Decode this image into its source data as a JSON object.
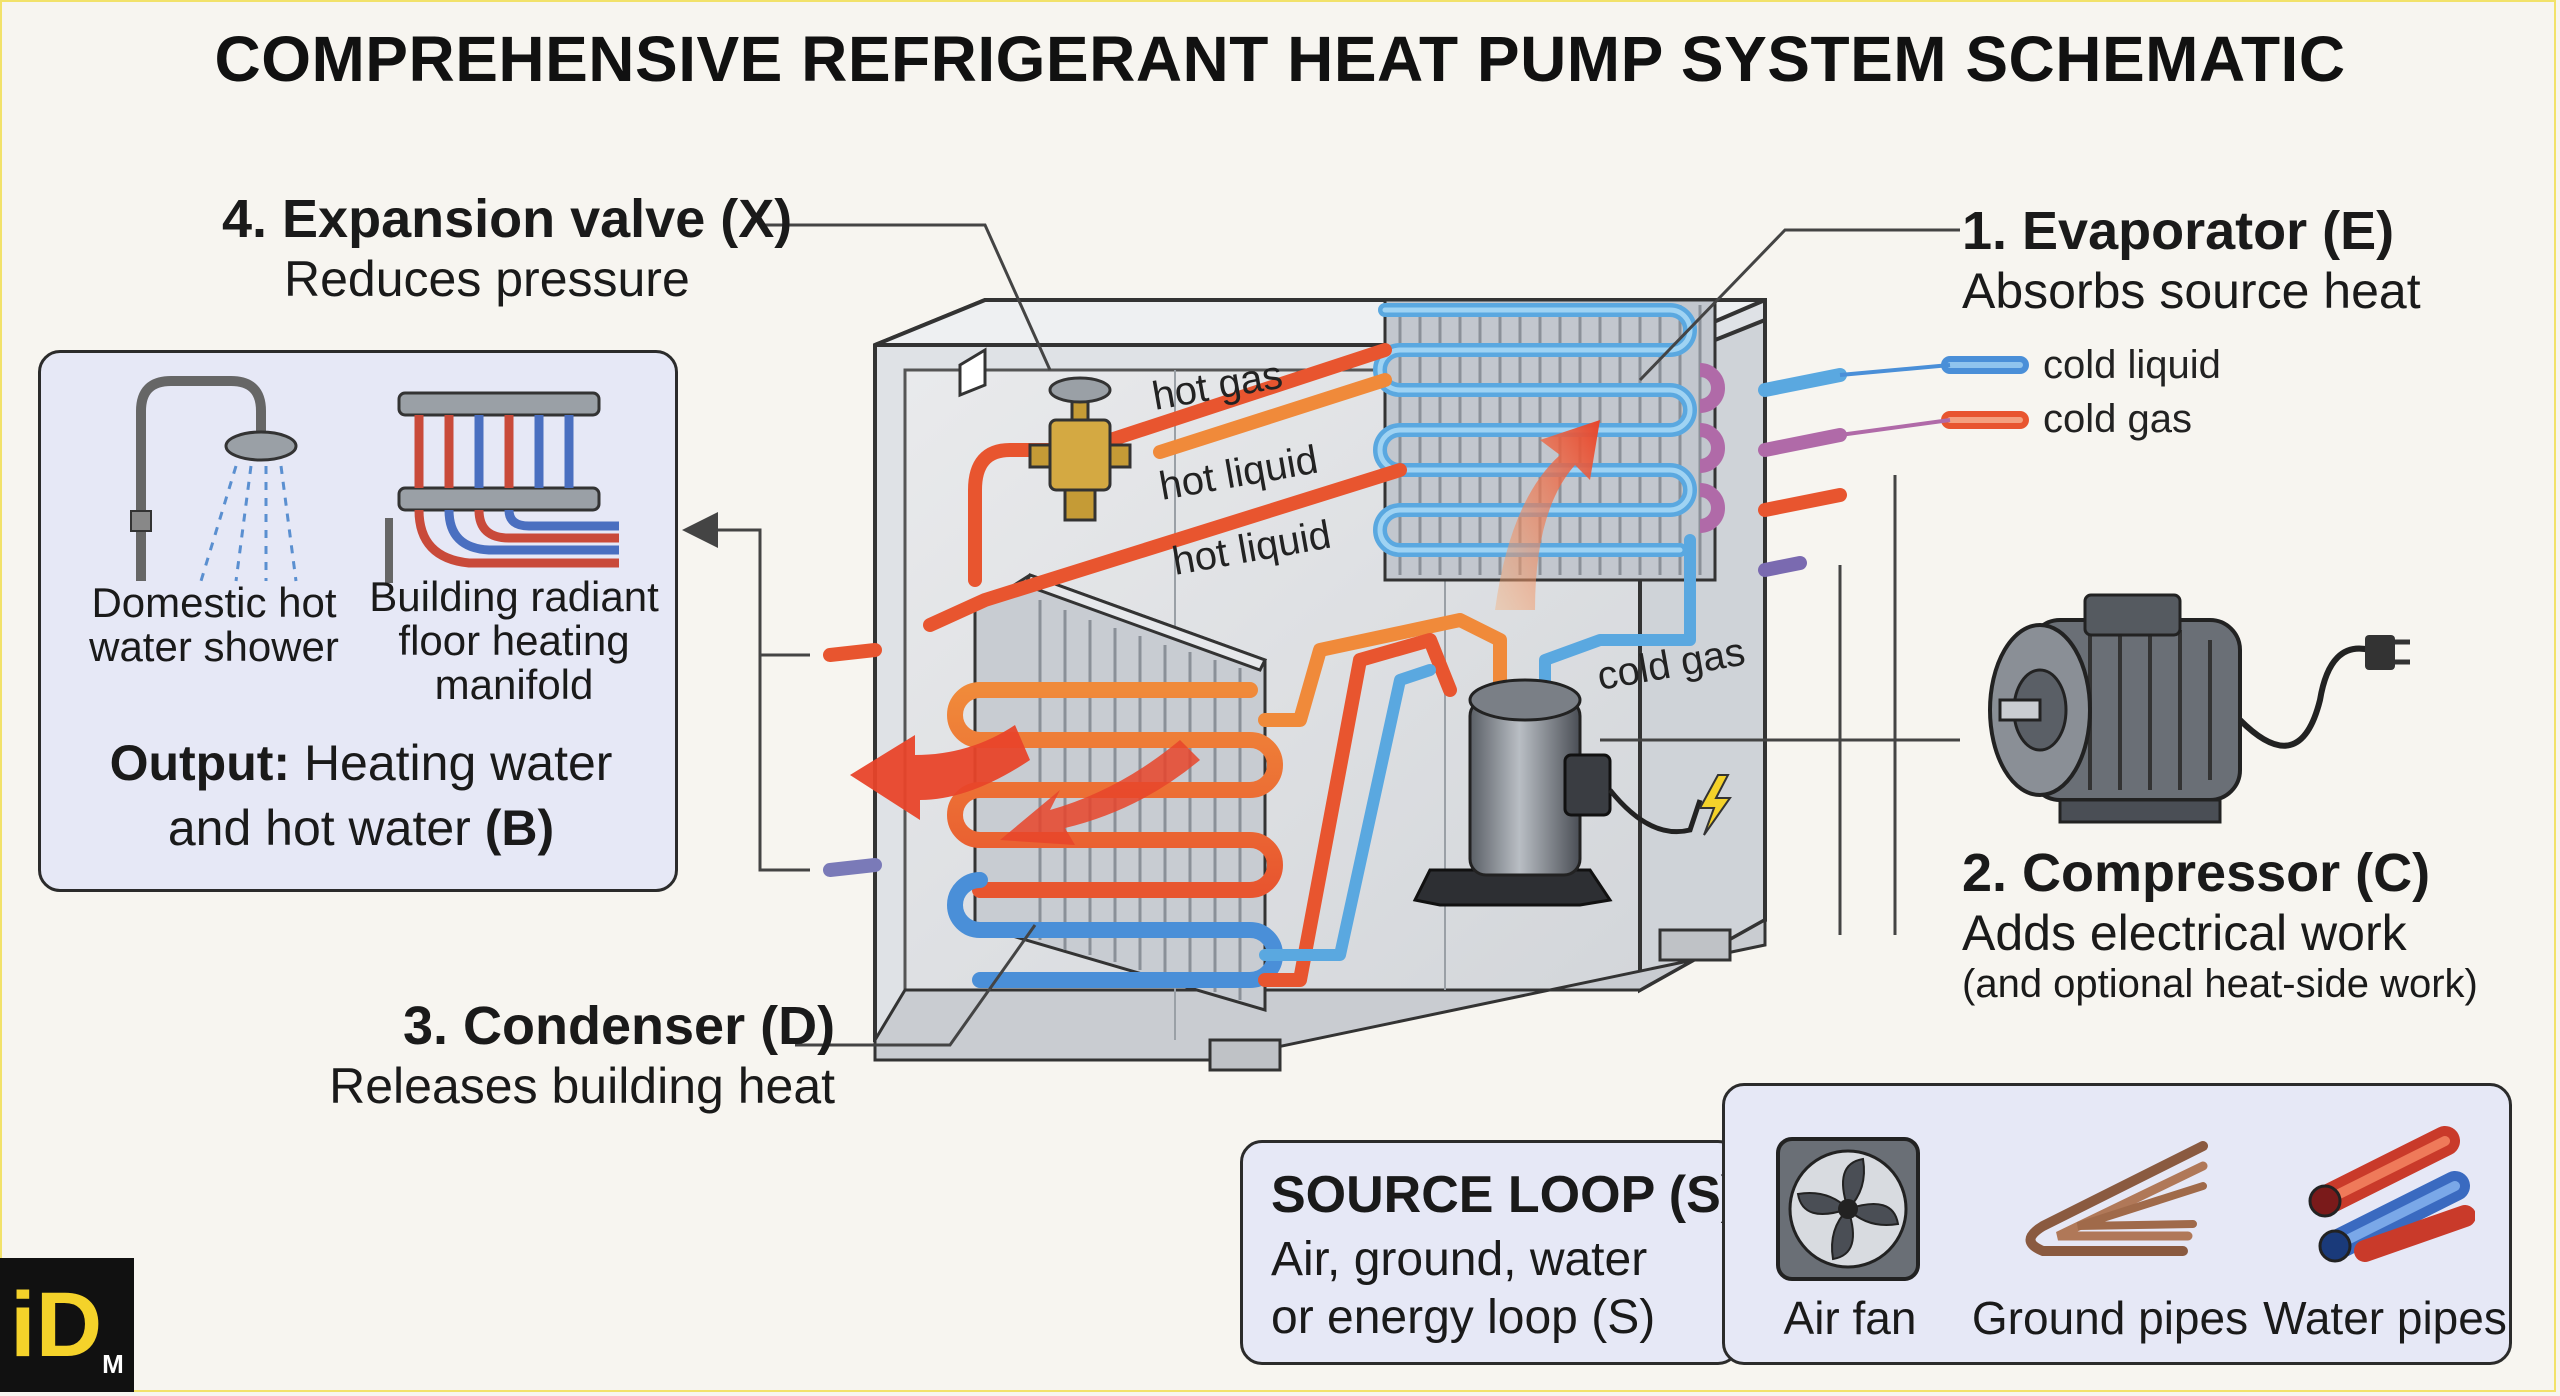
{
  "title": "COMPREHENSIVE REFRIGERANT HEAT PUMP SYSTEM SCHEMATIC",
  "labels": {
    "expansion_valve": {
      "name": "4. Expansion valve (X)",
      "desc": "Reduces pressure"
    },
    "evaporator": {
      "name": "1. Evaporator (E)",
      "desc": "Absorbs source heat"
    },
    "compressor": {
      "name": "2. Compressor (C)",
      "desc": "Adds electrical work",
      "note": "(and optional heat-side work)"
    },
    "condenser": {
      "name": "3. Condenser (D)",
      "desc": "Releases building heat"
    }
  },
  "pipe_labels": {
    "hot_gas": "hot gas",
    "hot_liquid_1": "hot liquid",
    "hot_liquid_2": "hot liquid",
    "cold_gas": "cold gas"
  },
  "legend": {
    "cold_liquid": "cold liquid",
    "cold_gas": "cold gas"
  },
  "output_panel": {
    "shower_line1": "Domestic hot",
    "shower_line2": "water shower",
    "manifold_line1": "Building radiant",
    "manifold_line2": "floor heating",
    "manifold_line3": "manifold",
    "output_bold": "Output:",
    "output_text1": "Heating water",
    "output_text2": "and hot water",
    "output_code": "(B)"
  },
  "source_loop": {
    "title": "SOURCE LOOP (S)",
    "line1": "Air, ground, water",
    "line2": "or energy loop (S)",
    "air_fan": "Air fan",
    "ground_pipes": "Ground pipes",
    "water_pipes": "Water pipes"
  },
  "logo": {
    "text": "iD",
    "sub": "M"
  },
  "colors": {
    "hot": "#e8552f",
    "warm": "#f08a3a",
    "cold": "#4a8fd8",
    "cold_gas": "#a35ea8",
    "panel_bg": "#e6e8f6",
    "accent": "#f2e26a"
  },
  "icons": [
    "shower-icon",
    "manifold-icon",
    "fan-icon",
    "ground-pipes-icon",
    "water-pipes-icon",
    "motor-icon",
    "lightning-icon",
    "expansion-valve-icon",
    "compressor-icon"
  ]
}
